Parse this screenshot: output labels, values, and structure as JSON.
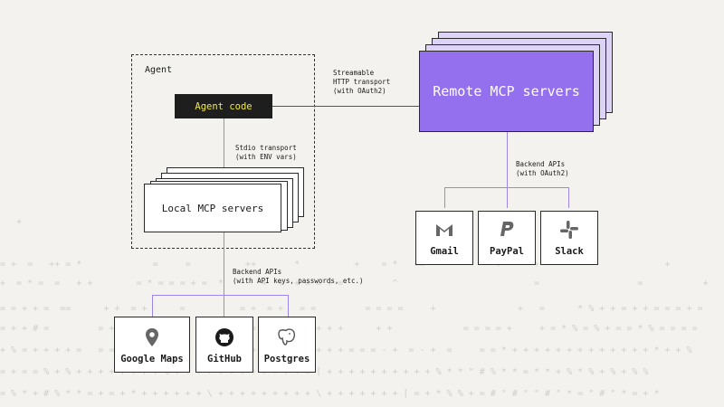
{
  "agent": {
    "title": "Agent",
    "code_label": "Agent code"
  },
  "local": {
    "label": "Local MCP servers",
    "transport": "Stdio transport\n(with ENV vars)",
    "backend": "Backend APIs\n(with API keys, passwords, etc.)",
    "services": [
      {
        "name": "Google Maps",
        "icon": "map-pin-icon"
      },
      {
        "name": "GitHub",
        "icon": "github-icon"
      },
      {
        "name": "Postgres",
        "icon": "postgres-elephant-icon"
      }
    ]
  },
  "remote": {
    "label": "Remote MCP servers",
    "transport": "Streamable\nHTTP transport\n(with OAuth2)",
    "backend": "Backend APIs\n(with OAuth2)",
    "services": [
      {
        "name": "Gmail",
        "icon": "gmail-icon"
      },
      {
        "name": "PayPal",
        "icon": "paypal-icon"
      },
      {
        "name": "Slack",
        "icon": "slack-icon"
      }
    ]
  },
  "colors": {
    "accent": "#9470ee",
    "accent_light": "#dcd3f6",
    "connector": "#9d86e6",
    "agent_code_bg": "#1e1e1e",
    "agent_code_text": "#f2ea36",
    "background": "#f3f2ee"
  }
}
